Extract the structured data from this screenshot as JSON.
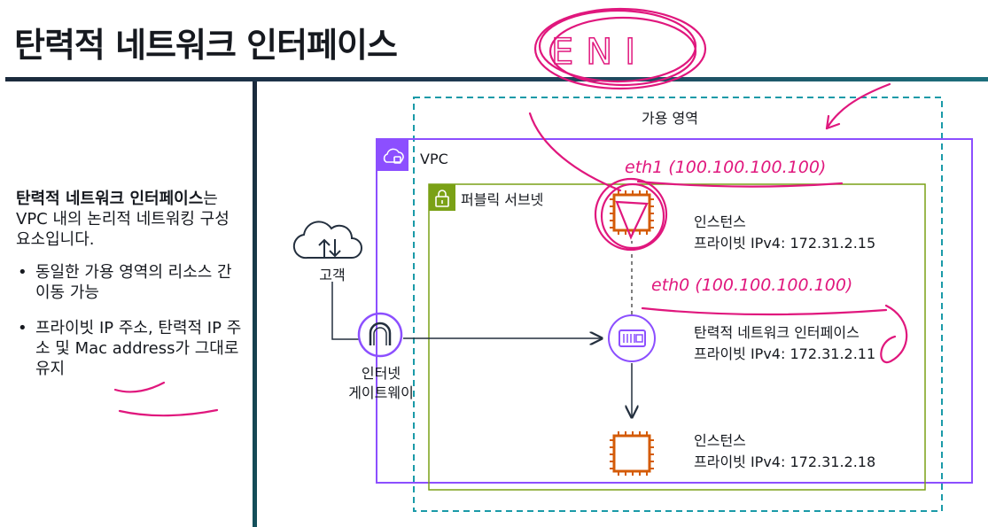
{
  "slide": {
    "title": "탄력적 네트워크 인터페이스"
  },
  "left_panel": {
    "intro_bold": "탄력적 네트워크 인터페이스",
    "intro_rest": "는 VPC 내의 논리적 네트워킹 구성 요소입니다.",
    "bullets": [
      "동일한 가용 영역의 리소스 간 이동 가능",
      "프라이빗 IP 주소, 탄력적 IP 주소 및 Mac address가 그대로 유지"
    ]
  },
  "diagram": {
    "availability_zone": "가용 영역",
    "vpc": "VPC",
    "public_subnet": "퍼블릭 서브넷",
    "customer": "고객",
    "internet_gateway_line1": "인터넷",
    "internet_gateway_line2": "게이트웨이",
    "instance_top": {
      "name": "인스턴스",
      "ip": "프라이빗 IPv4: 172.31.2.15"
    },
    "eni": {
      "name": "탄력적 네트워크 인터페이스",
      "ip": "프라이빗 IPv4: 172.31.2.11"
    },
    "instance_bottom": {
      "name": "인스턴스",
      "ip": "프라이빗 IPv4: 172.31.2.18"
    }
  },
  "annotations": {
    "eni_circle": "ENI",
    "eth1": "eth1 (100.100.100.100)",
    "eth0": "eth0 (100.100.100.100)"
  },
  "colors": {
    "vpc": "#8c4fff",
    "subnet": "#7aa116",
    "az": "#1a9aa8",
    "ink": "#e0177d"
  }
}
